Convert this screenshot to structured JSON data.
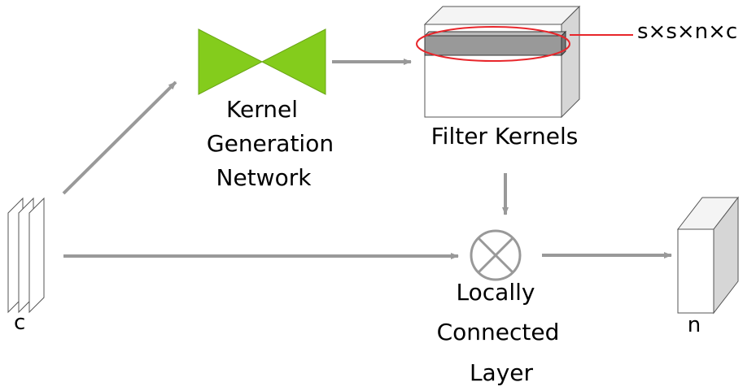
{
  "labels": {
    "kernel_line1": "Kernel",
    "kernel_line2": "Generation",
    "kernel_line3": "Network",
    "filter_kernels": "Filter  Kernels",
    "kernel_size": "s×s×n×c",
    "input_channels": "c",
    "layer_line1": "Locally",
    "layer_line2": "Connected",
    "layer_line3": "Layer",
    "output_channels": "n"
  },
  "colors": {
    "network_green": "#84cc1c",
    "arrow_gray": "#999999",
    "highlight_red": "#e8262b",
    "kernel_bar": "#999999"
  },
  "icons": {
    "operator": "circle-times-icon"
  }
}
